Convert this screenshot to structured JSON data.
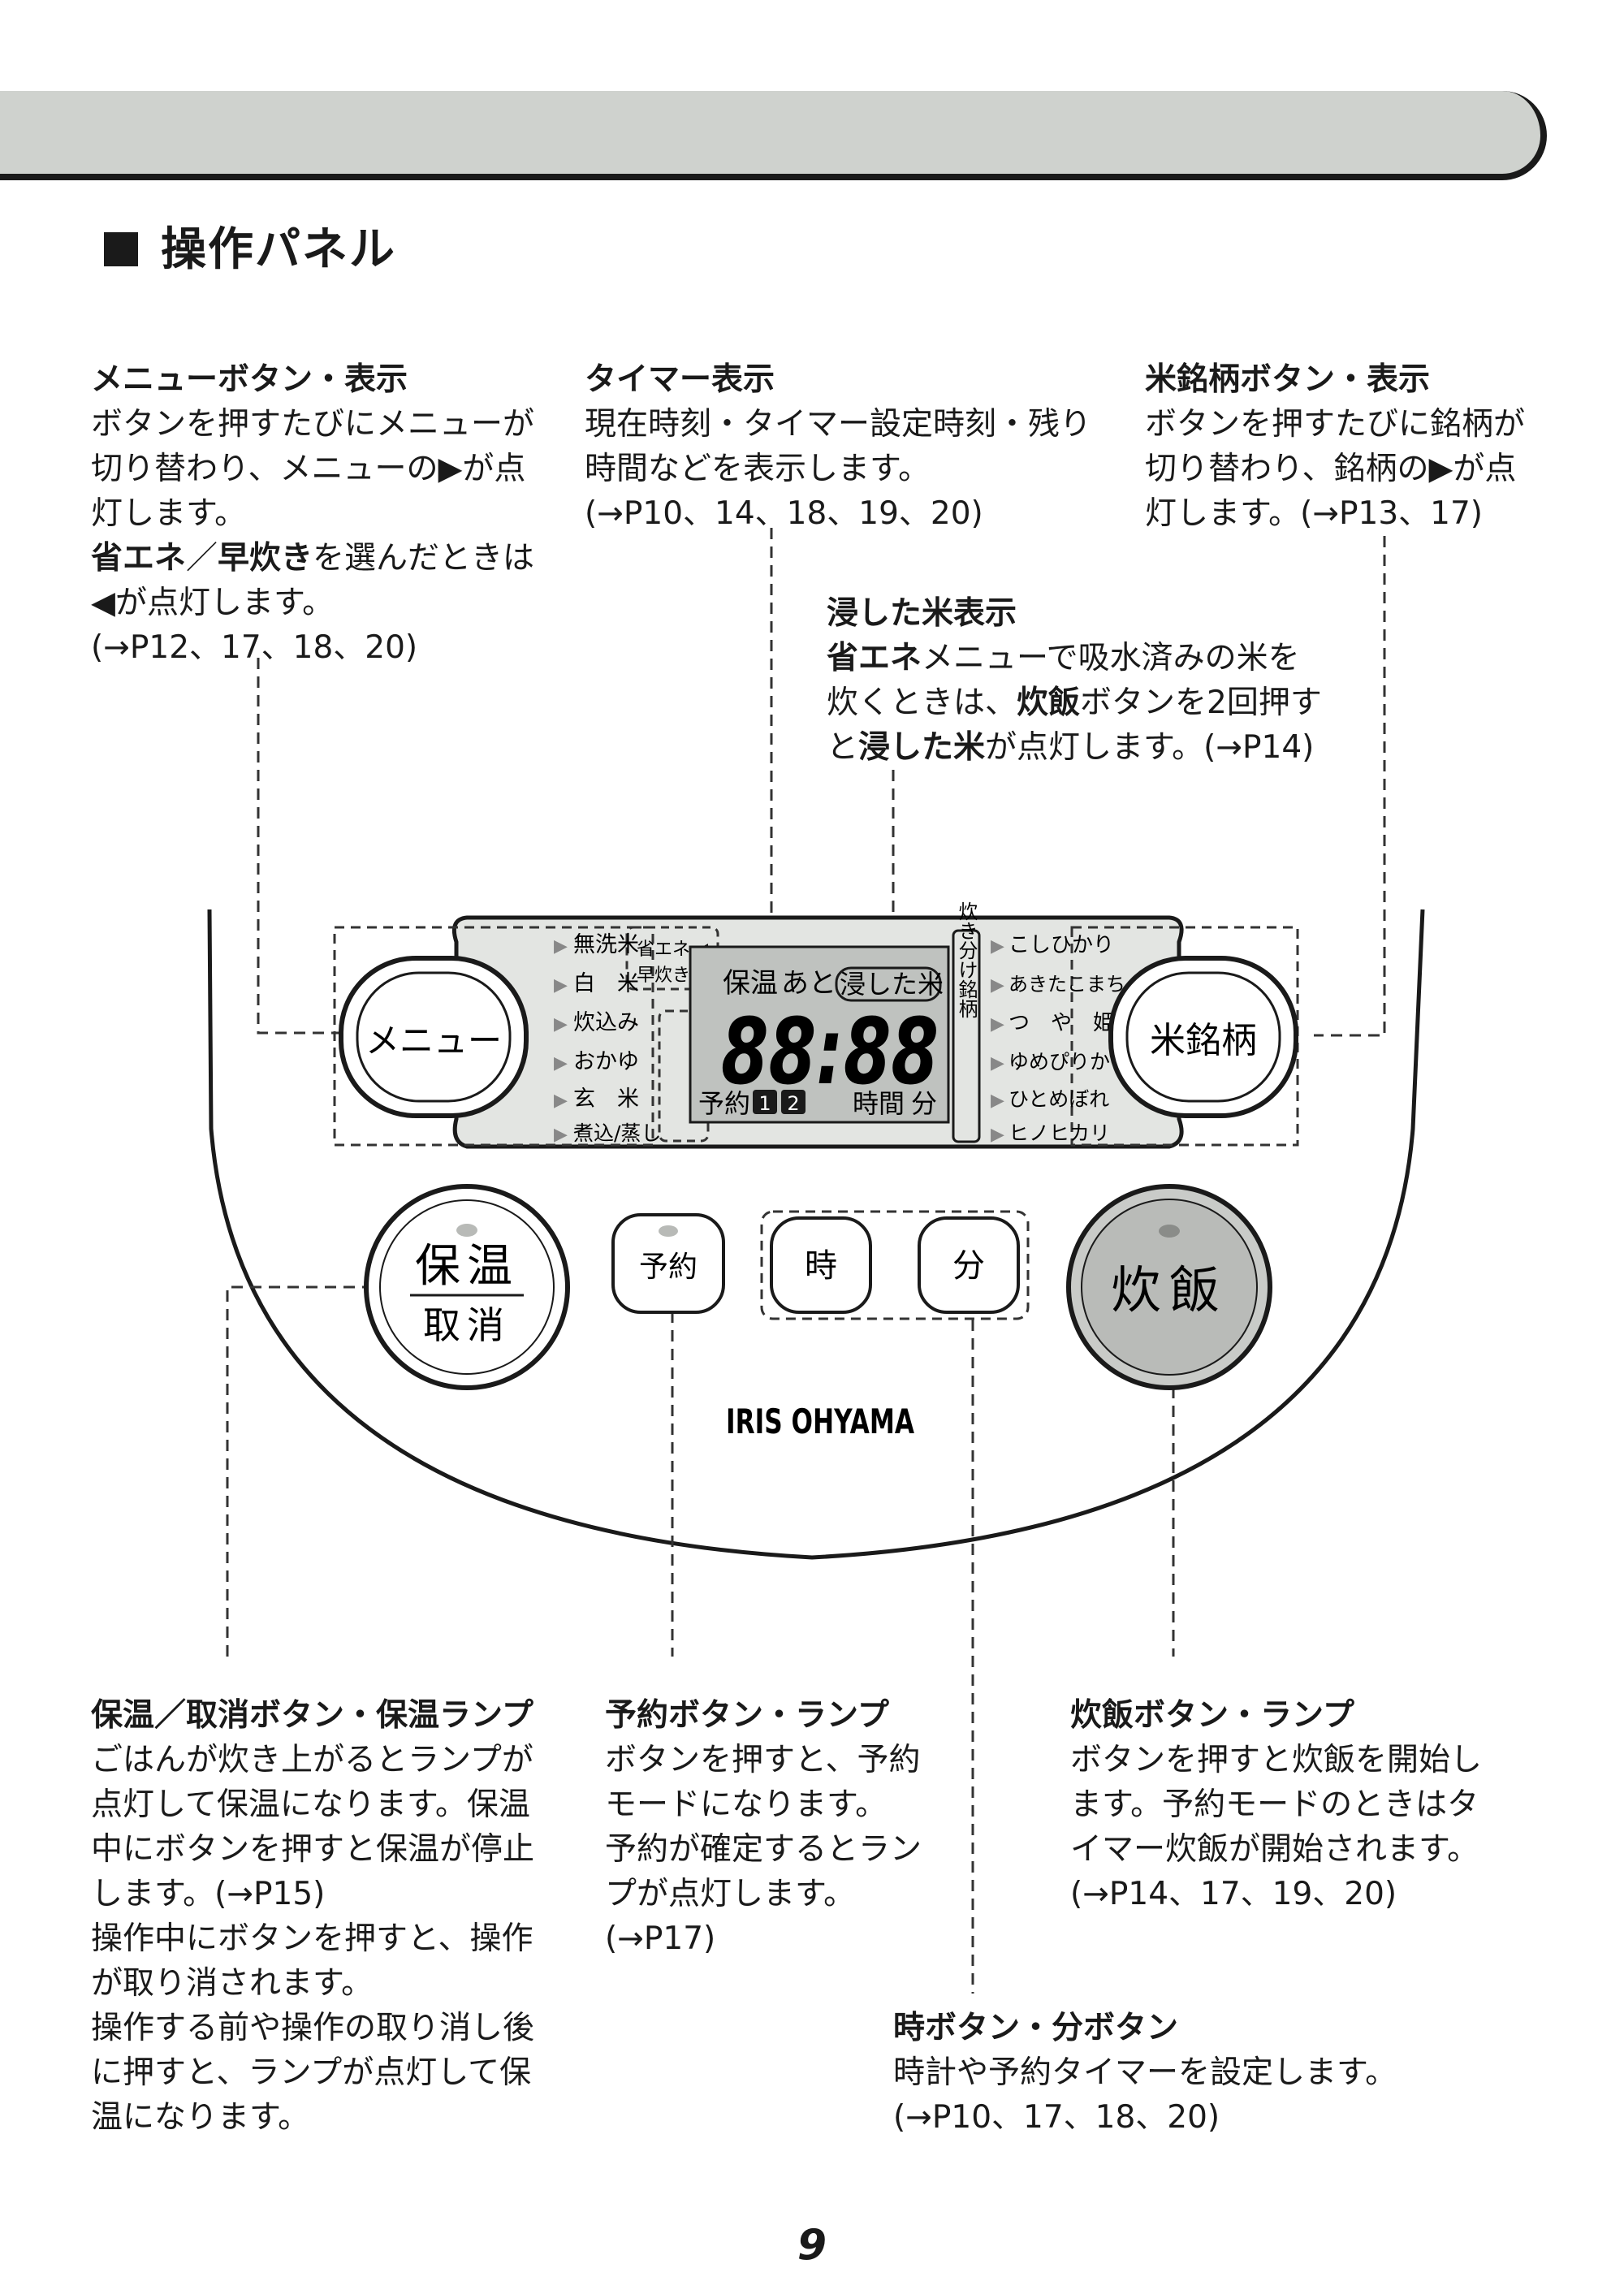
{
  "section_title": "操作パネル",
  "annotations": {
    "menu": {
      "title": "メニューボタン・表示",
      "lines": [
        "ボタンを押すたびにメニューが",
        "切り替わり、メニューの▶が点",
        "灯します。"
      ],
      "bold1": "省エネ",
      "sep": "／",
      "bold2": "早炊き",
      "tail": "を選んだときは",
      "line5": "◀が点灯します。",
      "ref": "(→P12、17、18、20)"
    },
    "timer": {
      "title": "タイマー表示",
      "lines": [
        "現在時刻・タイマー設定時刻・残り",
        "時間などを表示します。",
        "(→P10、14、18、19、20)"
      ]
    },
    "brand": {
      "title": "米銘柄ボタン・表示",
      "lines": [
        "ボタンを押すたびに銘柄が",
        "切り替わり、銘柄の▶が点",
        "灯します。(→P13、17)"
      ]
    },
    "soaked": {
      "title": "浸した米表示",
      "l1b": "省エネ",
      "l1": "メニューで吸水済みの米を",
      "l2a": "炊くときは、",
      "l2b": "炊飯",
      "l2c": "ボタンを2回押す",
      "l3a": "と",
      "l3b": "浸した米",
      "l3c": "が点灯します。(→P14)"
    },
    "keepwarm": {
      "title": "保温／取消ボタン・保温ランプ",
      "lines": [
        "ごはんが炊き上がるとランプが",
        "点灯して保温になります。保温",
        "中にボタンを押すと保温が停止",
        "します。(→P15)",
        "操作中にボタンを押すと、操作",
        "が取り消されます。",
        "操作する前や操作の取り消し後",
        "に押すと、ランプが点灯して保",
        "温になります。"
      ]
    },
    "reserve": {
      "title": "予約ボタン・ランプ",
      "lines": [
        "ボタンを押すと、予約",
        "モードになります。",
        "予約が確定するとラン",
        "プが点灯します。",
        "(→P17)"
      ]
    },
    "cook": {
      "title": "炊飯ボタン・ランプ",
      "lines": [
        "ボタンを押すと炊飯を開始し",
        "ます。予約モードのときはタ",
        "イマー炊飯が開始されます。",
        "(→P14、17、19、20)"
      ]
    },
    "hourmin": {
      "title": "時ボタン・分ボタン",
      "lines": [
        "時計や予約タイマーを設定します。",
        "(→P10、17、18、20)"
      ]
    }
  },
  "panel": {
    "menu_button": "メニュー",
    "brand_button": "米銘柄",
    "menu_items": [
      "無洗米",
      "白　米",
      "炊込み",
      "おかゆ",
      "玄　米",
      "煮込/蒸し"
    ],
    "mode_items": [
      "省エネ",
      "早炊き"
    ],
    "lcd_top": [
      "保温",
      "あと",
      "浸した米"
    ],
    "lcd_digits": "88:88",
    "lcd_bottom": {
      "reserve": "予約",
      "n1": "1",
      "n2": "2",
      "hour": "時間",
      "minute": "分"
    },
    "brand_vertical": "炊き分け銘柄",
    "brand_items": [
      "こしひかり",
      "あきたこまち",
      "つ　や　姫",
      "ゆめぴりか",
      "ひとめぼれ",
      "ヒノヒカリ"
    ],
    "keepwarm_top": "保温",
    "keepwarm_bottom": "取消",
    "reserve_button": "予約",
    "hour_button": "時",
    "minute_button": "分",
    "cook_button": "炊飯",
    "logo": "IRIS OHYAMA"
  },
  "page_number": "9"
}
